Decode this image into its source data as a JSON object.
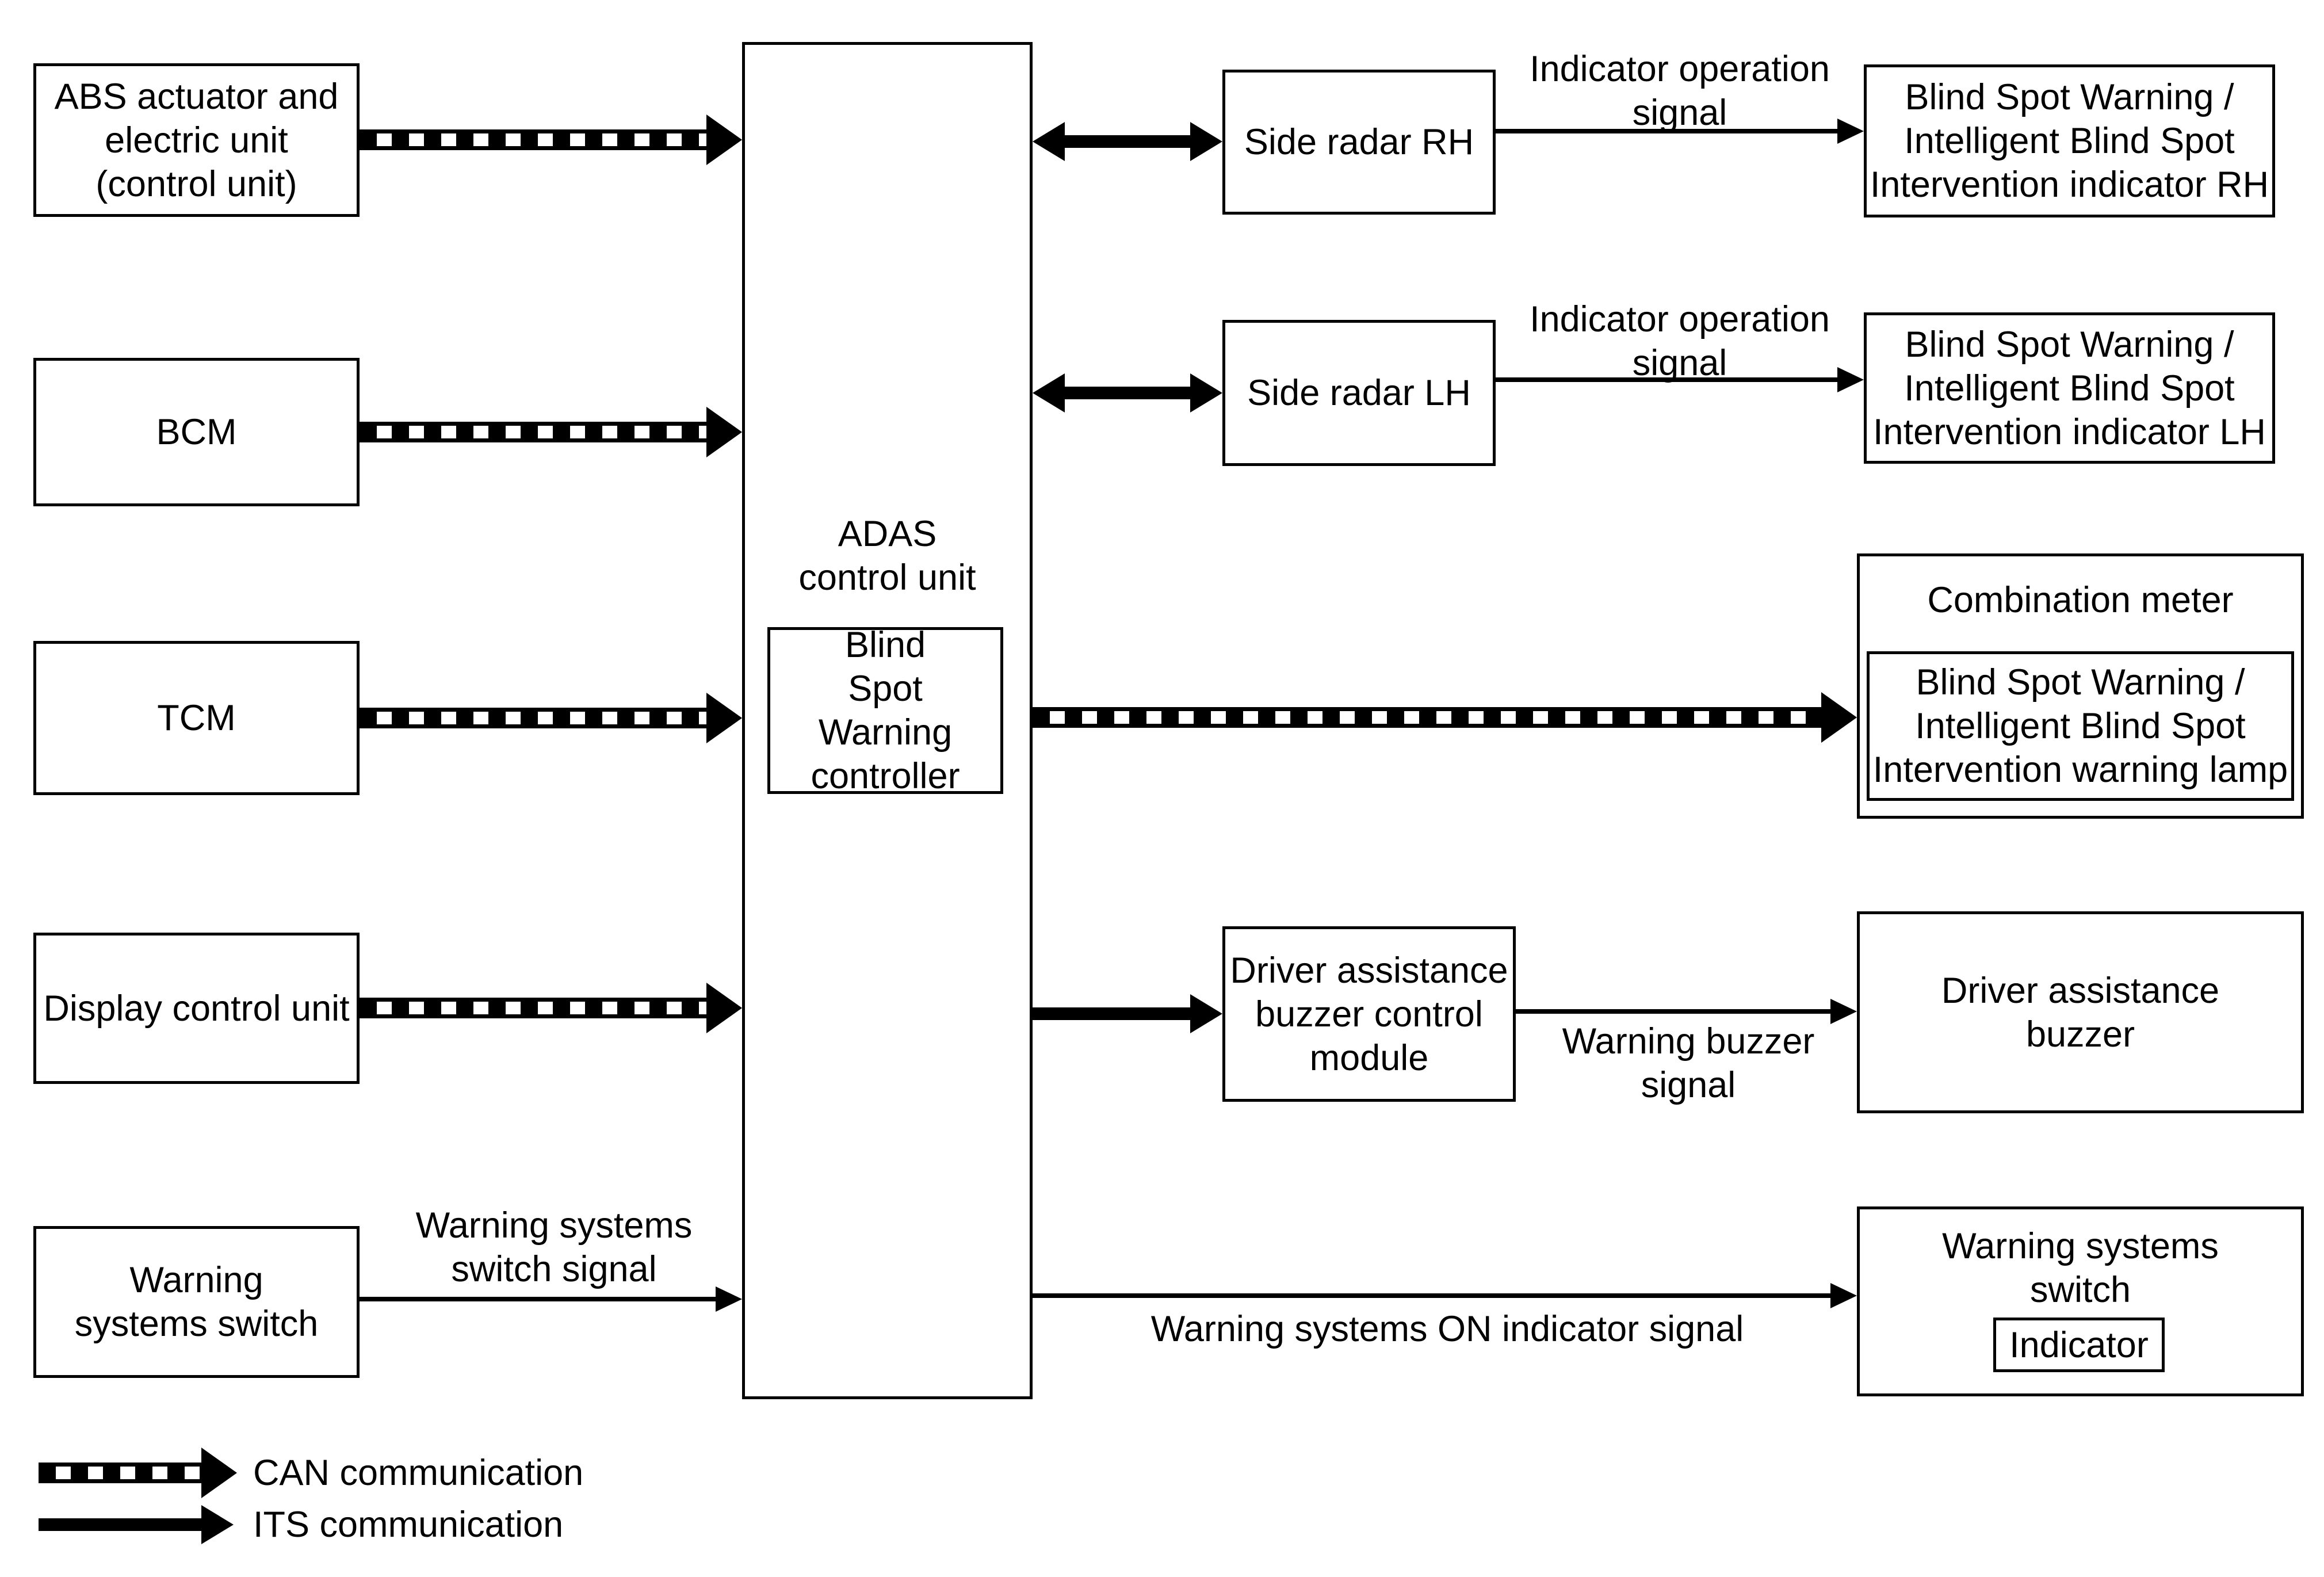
{
  "nodes": {
    "abs": "ABS actuator and\nelectric unit\n(control unit)",
    "bcm": "BCM",
    "tcm": "TCM",
    "display_control_unit": "Display control unit",
    "warning_systems_switch_left": "Warning\nsystems switch",
    "adas": "ADAS\ncontrol unit",
    "bsw_controller": "Blind\nSpot\nWarning\ncontroller",
    "side_radar_rh": "Side radar RH",
    "side_radar_lh": "Side radar LH",
    "indicator_rh": "Blind Spot Warning /\nIntelligent Blind Spot\nIntervention indicator RH",
    "indicator_lh": "Blind Spot Warning /\nIntelligent Blind Spot\nIntervention indicator LH",
    "combination_meter": "Combination meter",
    "warning_lamp": "Blind Spot Warning /\nIntelligent Blind Spot\nIntervention warning lamp",
    "buzzer_control_module": "Driver assistance\nbuzzer control\nmodule",
    "driver_assistance_buzzer": "Driver assistance\nbuzzer",
    "warning_systems_switch_right": "Warning systems\nswitch",
    "indicator": "Indicator"
  },
  "signal_labels": {
    "indicator_operation_rh": "Indicator operation\nsignal",
    "indicator_operation_lh": "Indicator operation\nsignal",
    "warning_buzzer": "Warning buzzer\nsignal",
    "warning_systems_switch": "Warning systems\nswitch signal",
    "warning_systems_on": "Warning systems ON indicator signal"
  },
  "legend": {
    "can": "CAN communication",
    "its": "ITS communication"
  },
  "colors": {
    "ink": "#000000",
    "paper": "#ffffff"
  },
  "connections": [
    {
      "from": "abs",
      "to": "adas",
      "type": "CAN",
      "label": ""
    },
    {
      "from": "bcm",
      "to": "adas",
      "type": "CAN",
      "label": ""
    },
    {
      "from": "tcm",
      "to": "adas",
      "type": "CAN",
      "label": ""
    },
    {
      "from": "display_control_unit",
      "to": "adas",
      "type": "CAN",
      "label": ""
    },
    {
      "from": "warning_systems_switch_left",
      "to": "adas",
      "type": "signal",
      "label": "Warning systems switch signal"
    },
    {
      "from": "adas",
      "to": "side_radar_rh",
      "type": "ITS",
      "bidirectional": true,
      "label": ""
    },
    {
      "from": "adas",
      "to": "side_radar_lh",
      "type": "ITS",
      "bidirectional": true,
      "label": ""
    },
    {
      "from": "adas",
      "to": "combination_meter",
      "type": "CAN",
      "label": ""
    },
    {
      "from": "adas",
      "to": "buzzer_control_module",
      "type": "ITS",
      "label": ""
    },
    {
      "from": "adas",
      "to": "warning_systems_switch_right",
      "type": "signal",
      "label": "Warning systems ON indicator signal"
    },
    {
      "from": "side_radar_rh",
      "to": "indicator_rh",
      "type": "signal",
      "label": "Indicator operation signal"
    },
    {
      "from": "side_radar_lh",
      "to": "indicator_lh",
      "type": "signal",
      "label": "Indicator operation signal"
    },
    {
      "from": "buzzer_control_module",
      "to": "driver_assistance_buzzer",
      "type": "signal",
      "label": "Warning buzzer signal"
    }
  ]
}
